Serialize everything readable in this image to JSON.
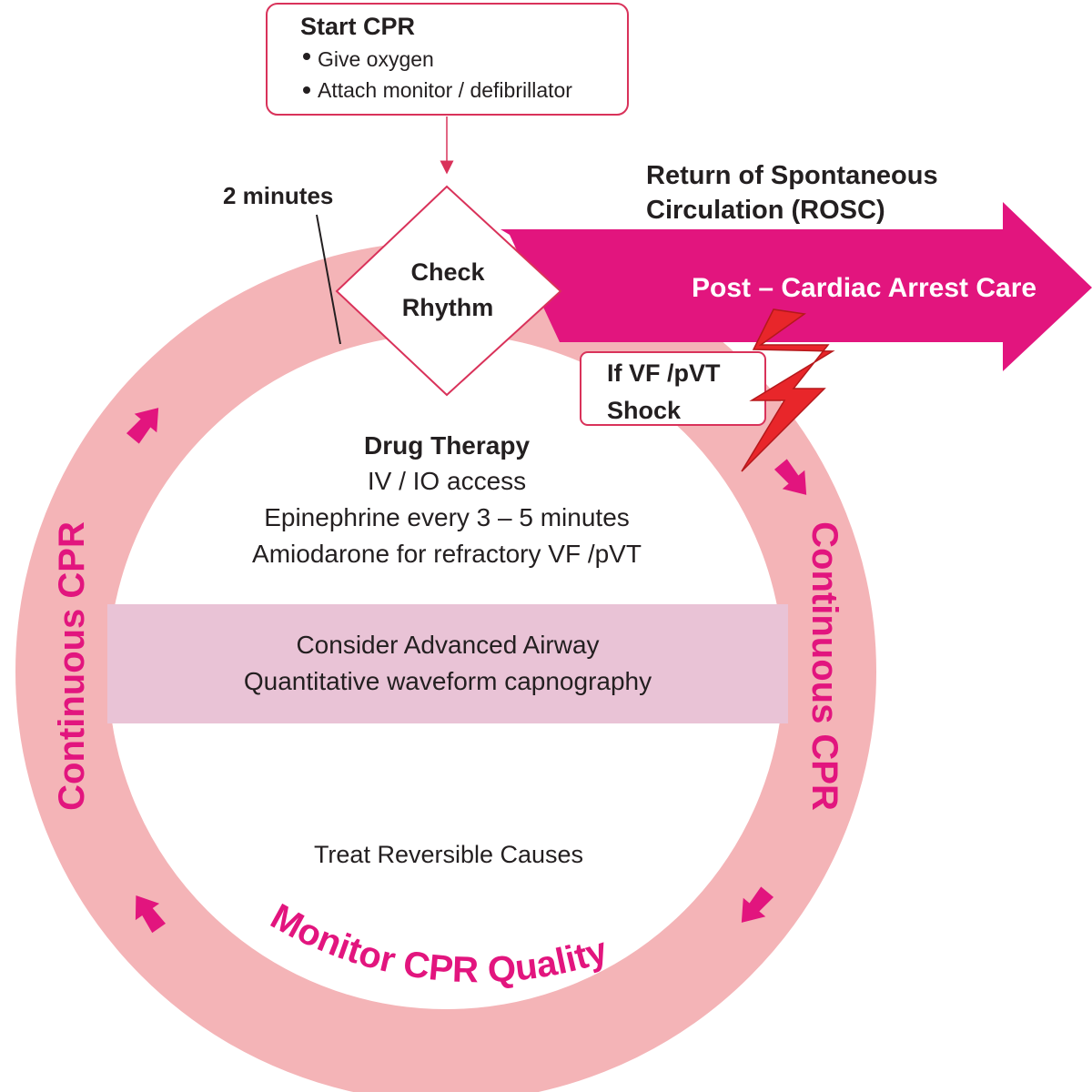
{
  "colors": {
    "ring": "#f4b4b7",
    "magenta": "#e2157e",
    "box_border": "#d9325a",
    "airway_band": "#e9c3d6",
    "bolt": "#e8262a",
    "text_dark": "#231f20"
  },
  "start_cpr": {
    "title": "Start CPR",
    "items": [
      "Give oxygen",
      "Attach monitor / defibrillator"
    ]
  },
  "two_minutes": "2 minutes",
  "check_rhythm": {
    "line1": "Check",
    "line2": "Rhythm"
  },
  "rosc": {
    "line1": "Return of Spontaneous",
    "line2": "Circulation (ROSC)",
    "arrow_label": "Post – Cardiac Arrest Care"
  },
  "shock": {
    "line1": "If VF /pVT",
    "line2": "Shock"
  },
  "drug_therapy": {
    "title": "Drug Therapy",
    "lines": [
      "IV / IO access",
      "Epinephrine every 3 – 5 minutes",
      "Amiodarone for refractory VF /pVT"
    ]
  },
  "airway": {
    "line1": "Consider Advanced Airway",
    "line2": "Quantitative waveform capnography"
  },
  "reversible": "Treat Reversible Causes",
  "ring_labels": {
    "left": "Continuous CPR",
    "right": "Continuous CPR",
    "bottom": "Monitor CPR Quality"
  }
}
